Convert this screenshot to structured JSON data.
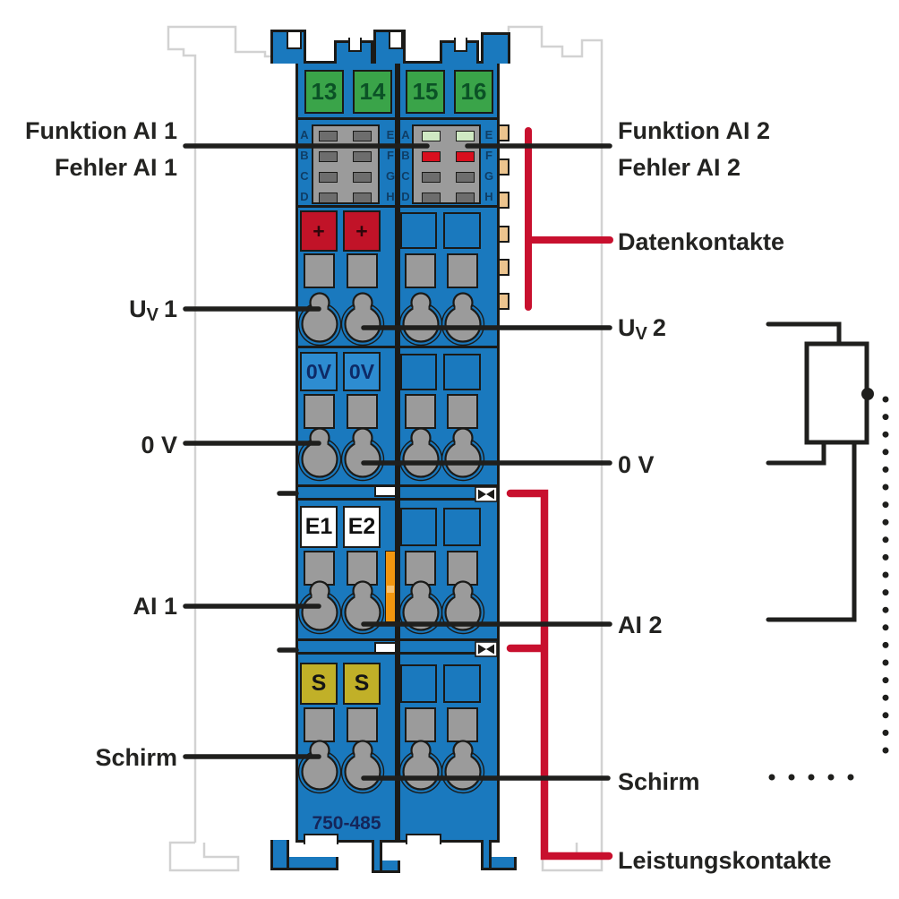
{
  "colors": {
    "module_blue": "#1a79be",
    "light_blue": "#2d8cd1",
    "terminal_green": "#3aa449",
    "signal_red": "#c11328",
    "accent_red": "#c8102e",
    "panel_gray": "#9b9b9b",
    "led_off_gray": "#6d6d6d",
    "led_green": "#cfe9c3",
    "led_red": "#d90f1e",
    "data_contact_tan": "#ecc48e",
    "shield_olive": "#c1b028",
    "marking_navy": "#15265a",
    "outline_black": "#1a1a18"
  },
  "module": {
    "id": "750-485",
    "terminal_numbers": [
      "13",
      "14",
      "15",
      "16"
    ],
    "led_letters_left": [
      "A",
      "B",
      "C",
      "D"
    ],
    "led_letters_right": [
      "E",
      "F",
      "G",
      "H"
    ],
    "markings": {
      "plus": "+",
      "zero_volt": "0V",
      "input_1": "E1",
      "input_2": "E2",
      "shield": "S"
    }
  },
  "labels": {
    "left": {
      "funktion": "Funktion AI 1",
      "fehler": "Fehler AI 1",
      "uv_base": "U",
      "uv_sub": "V",
      "uv_num": "1",
      "ov": "0 V",
      "ai": "AI 1",
      "schirm": "Schirm"
    },
    "right": {
      "funktion": "Funktion AI 2",
      "fehler": "Fehler AI 2",
      "datenkontakte": "Datenkontakte",
      "uv_base": "U",
      "uv_sub": "V",
      "uv_num": "2",
      "ov": "0 V",
      "ai": "AI 2",
      "schirm": "Schirm",
      "leistungskontakte": "Leistungskontakte"
    }
  }
}
